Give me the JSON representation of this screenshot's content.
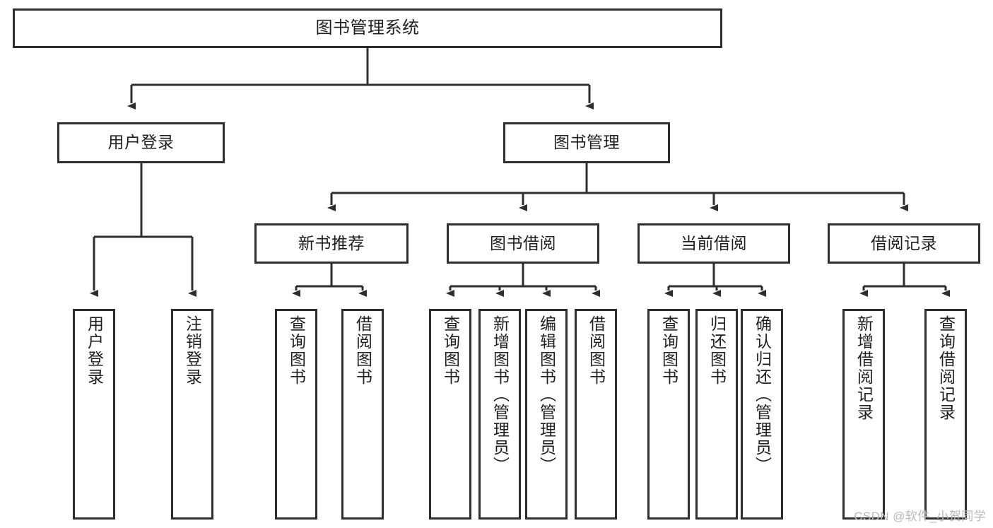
{
  "diagram": {
    "title": "图书管理系统",
    "type": "tree-hierarchy-chart",
    "colors": {
      "stroke": "#2e2e2e",
      "fill": "#ffffff",
      "text": "#1f1f1f",
      "watermark": "#b9b9b9"
    },
    "root": {
      "label": "图书管理系统"
    },
    "level2": [
      {
        "label": "用户登录"
      },
      {
        "label": "图书管理"
      }
    ],
    "level3": [
      {
        "label": "新书推荐"
      },
      {
        "label": "图书借阅"
      },
      {
        "label": "当前借阅"
      },
      {
        "label": "借阅记录"
      }
    ],
    "leaves": {
      "user_login": [
        {
          "label": "用户登录"
        },
        {
          "label": "注销登录"
        }
      ],
      "new_book": [
        {
          "label": "查询图书"
        },
        {
          "label": "借阅图书"
        }
      ],
      "book_borrow": [
        {
          "label": "查询图书"
        },
        {
          "label": "新增图书（管理员）"
        },
        {
          "label": "编辑图书（管理员）"
        },
        {
          "label": "借阅图书"
        }
      ],
      "current_borrow": [
        {
          "label": "查询图书"
        },
        {
          "label": "归还图书"
        },
        {
          "label": "确认归还（管理员）"
        }
      ],
      "borrow_record": [
        {
          "label": "新增借阅记录"
        },
        {
          "label": "查询借阅记录"
        }
      ]
    },
    "watermark": "CSDN @软件_小贺同学"
  }
}
